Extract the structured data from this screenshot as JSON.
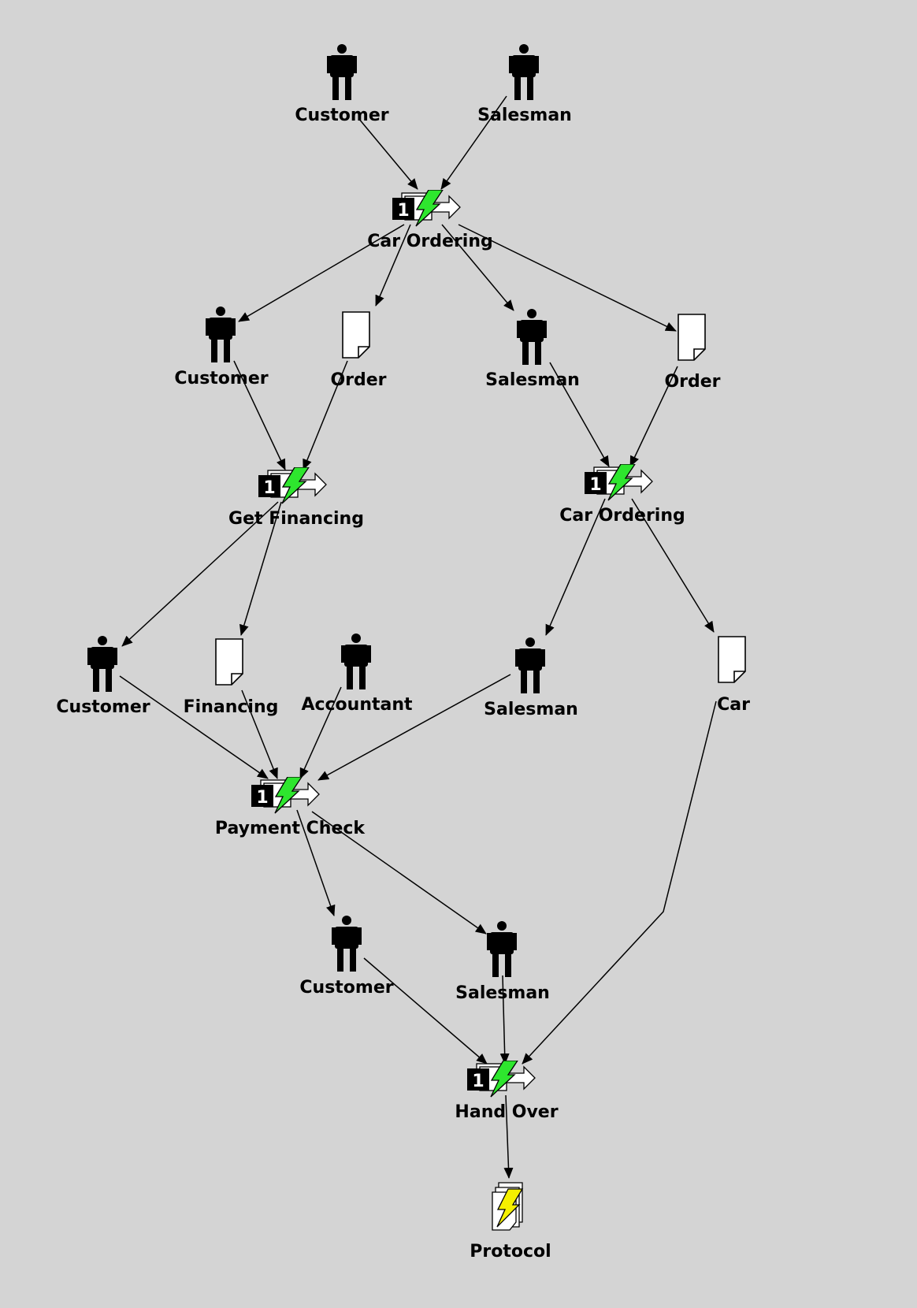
{
  "diagram": {
    "title": "",
    "background_color": "#d4d4d4",
    "nodes": [
      {
        "id": "n1",
        "label": "Customer",
        "kind": "person-icon"
      },
      {
        "id": "n2",
        "label": "Salesman",
        "kind": "person-icon"
      },
      {
        "id": "t1",
        "label": "Car Ordering",
        "kind": "transition-icon",
        "badge": "1"
      },
      {
        "id": "n3",
        "label": "Customer",
        "kind": "person-icon"
      },
      {
        "id": "n4",
        "label": "Order",
        "kind": "document-icon"
      },
      {
        "id": "n5",
        "label": "Salesman",
        "kind": "person-icon"
      },
      {
        "id": "n6",
        "label": "Order",
        "kind": "document-icon"
      },
      {
        "id": "t2",
        "label": "Get Financing",
        "kind": "transition-icon",
        "badge": "1"
      },
      {
        "id": "t3",
        "label": "Car Ordering",
        "kind": "transition-icon",
        "badge": "1"
      },
      {
        "id": "n7",
        "label": "Customer",
        "kind": "person-icon"
      },
      {
        "id": "n8",
        "label": "Financing",
        "kind": "document-icon"
      },
      {
        "id": "n9",
        "label": "Accountant",
        "kind": "person-icon"
      },
      {
        "id": "n10",
        "label": "Salesman",
        "kind": "person-icon"
      },
      {
        "id": "n11",
        "label": "Car",
        "kind": "document-icon"
      },
      {
        "id": "t4",
        "label": "Payment Check",
        "kind": "transition-icon",
        "badge": "1"
      },
      {
        "id": "n12",
        "label": "Customer",
        "kind": "person-icon"
      },
      {
        "id": "n13",
        "label": "Salesman",
        "kind": "person-icon"
      },
      {
        "id": "t5",
        "label": "Hand Over",
        "kind": "transition-icon",
        "badge": "1"
      },
      {
        "id": "n14",
        "label": "Protocol",
        "kind": "event-document-icon"
      }
    ],
    "edges": [
      {
        "from": "n1",
        "to": "t1"
      },
      {
        "from": "n2",
        "to": "t1"
      },
      {
        "from": "t1",
        "to": "n3"
      },
      {
        "from": "t1",
        "to": "n4"
      },
      {
        "from": "t1",
        "to": "n5"
      },
      {
        "from": "t1",
        "to": "n6"
      },
      {
        "from": "n3",
        "to": "t2"
      },
      {
        "from": "n4",
        "to": "t2"
      },
      {
        "from": "n5",
        "to": "t3"
      },
      {
        "from": "n6",
        "to": "t3"
      },
      {
        "from": "t2",
        "to": "n7"
      },
      {
        "from": "t2",
        "to": "n8"
      },
      {
        "from": "t3",
        "to": "n10"
      },
      {
        "from": "t3",
        "to": "n11"
      },
      {
        "from": "n7",
        "to": "t4"
      },
      {
        "from": "n8",
        "to": "t4"
      },
      {
        "from": "n9",
        "to": "t4"
      },
      {
        "from": "n10",
        "to": "t4"
      },
      {
        "from": "t4",
        "to": "n12"
      },
      {
        "from": "t4",
        "to": "n13"
      },
      {
        "from": "n12",
        "to": "t5"
      },
      {
        "from": "n13",
        "to": "t5"
      },
      {
        "from": "n11",
        "to": "t5"
      },
      {
        "from": "t5",
        "to": "n14"
      }
    ],
    "colors": {
      "transition_bolt": "#2ee62e",
      "event_bolt": "#f5f000",
      "icon_fill": "#000000",
      "document_fill": "#ffffff"
    }
  }
}
